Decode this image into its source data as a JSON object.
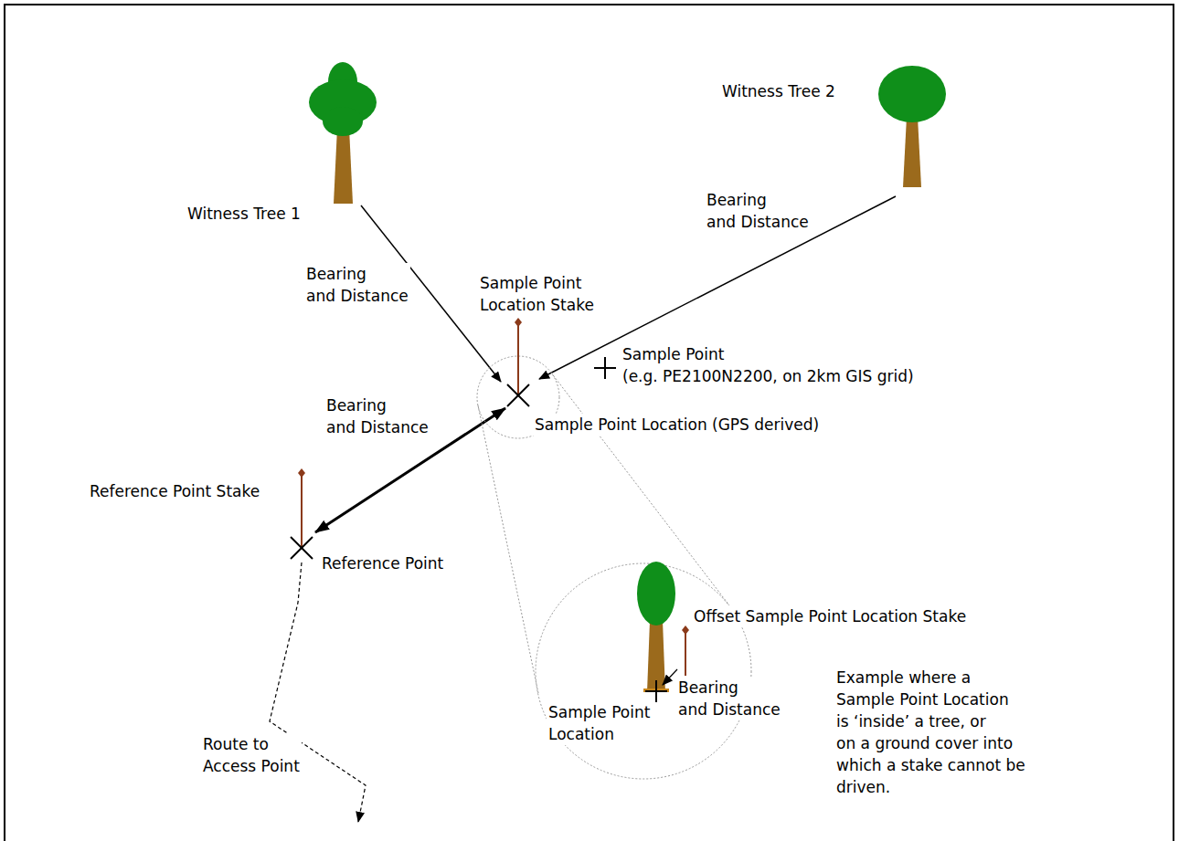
{
  "diagram": {
    "labels": [
      "Witness Tree 2",
      "Witness Tree 1",
      "Bearing and Distance",
      "Bearing and Distance",
      "Sample Point Location Stake",
      "Sample Point (e.g. PE2100N2200, on 2km GIS grid)",
      "Bearing and Distance",
      "Sample Point Location (GPS derived)",
      "Reference Point Stake",
      "Reference Point",
      "Offset Sample Point Location Stake",
      "Bearing and Distance",
      "Sample Point Location",
      "Example where a Sample Point Location is ‘inside’ a tree, or on a ground cover into which a stake cannot be driven.",
      "Route to Access Point"
    ]
  }
}
